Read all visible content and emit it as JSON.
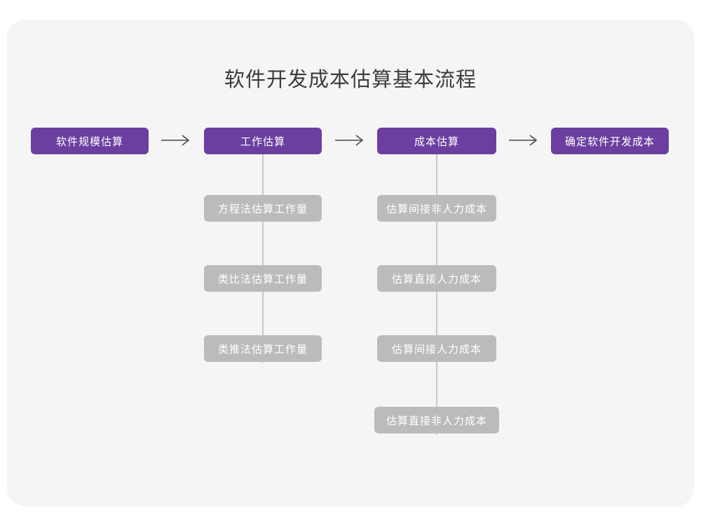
{
  "title": "软件开发成本估算基本流程",
  "colors": {
    "canvas_background": "#ffffff",
    "card_background": "#f5f5f5",
    "primary_node": "#6b3fa0",
    "sub_node": "#bbbbbb",
    "node_text": "#ffffff",
    "title_text": "#3c3c3c",
    "connector_line": "#c9c9c9",
    "arrow": "#4a4a4a"
  },
  "chart_data": {
    "type": "diagram",
    "title": "软件开发成本估算基本流程",
    "orientation": "left-to-right with vertical sub-branches",
    "main_flow": [
      "软件规模估算",
      "工作估算",
      "成本估算",
      "确定软件开发成本"
    ],
    "connectors": [
      "arrow-right",
      "arrow-right",
      "arrow-right"
    ],
    "branches": [
      {
        "parent": "工作估算",
        "children": [
          "方程法估算工作量",
          "类比法估算工作量",
          "类推法估算工作量"
        ]
      },
      {
        "parent": "成本估算",
        "children": [
          "估算间接非人力成本",
          "估算直接人力成本",
          "估算间接人力成本",
          "估算直接非人力成本"
        ]
      }
    ]
  },
  "nodes": {
    "main": [
      {
        "label": "软件规模估算"
      },
      {
        "label": "工作估算"
      },
      {
        "label": "成本估算"
      },
      {
        "label": "确定软件开发成本"
      }
    ],
    "branch_work": [
      {
        "label": "方程法估算工作量"
      },
      {
        "label": "类比法估算工作量"
      },
      {
        "label": "类推法估算工作量"
      }
    ],
    "branch_cost": [
      {
        "label": "估算间接非人力成本"
      },
      {
        "label": "估算直接人力成本"
      },
      {
        "label": "估算间接人力成本"
      },
      {
        "label": "估算直接非人力成本"
      }
    ]
  },
  "arrows": {
    "glyph": "⟶",
    "count": 3
  }
}
